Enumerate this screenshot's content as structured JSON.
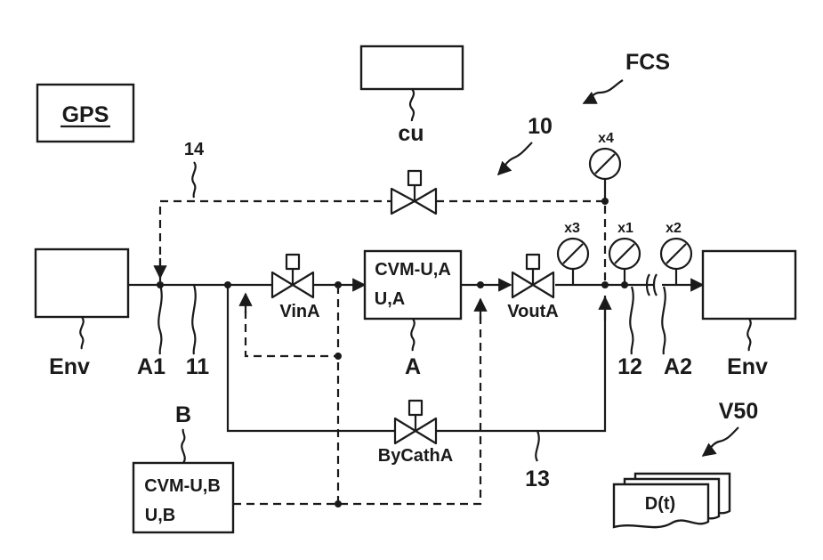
{
  "labels": {
    "gps": "GPS",
    "cu": "cu",
    "fcs": "FCS",
    "ref_10": "10",
    "ref_14": "14",
    "x4": "x4",
    "x3": "x3",
    "x1": "x1",
    "x2": "x2",
    "env_left": "Env",
    "env_right": "Env",
    "a1": "A1",
    "ref_11": "11",
    "vin": "VinA",
    "stack_a_line1": "CVM-U,A",
    "stack_a_line2": "U,A",
    "stack_a_ref": "A",
    "vout": "VoutA",
    "ref_12": "12",
    "a2": "A2",
    "stack_b_ref": "B",
    "stack_b_line1": "CVM-U,B",
    "stack_b_line2": "U,B",
    "bypass": "ByCathA",
    "ref_13": "13",
    "v50": "V50",
    "doc": "D(t)"
  }
}
